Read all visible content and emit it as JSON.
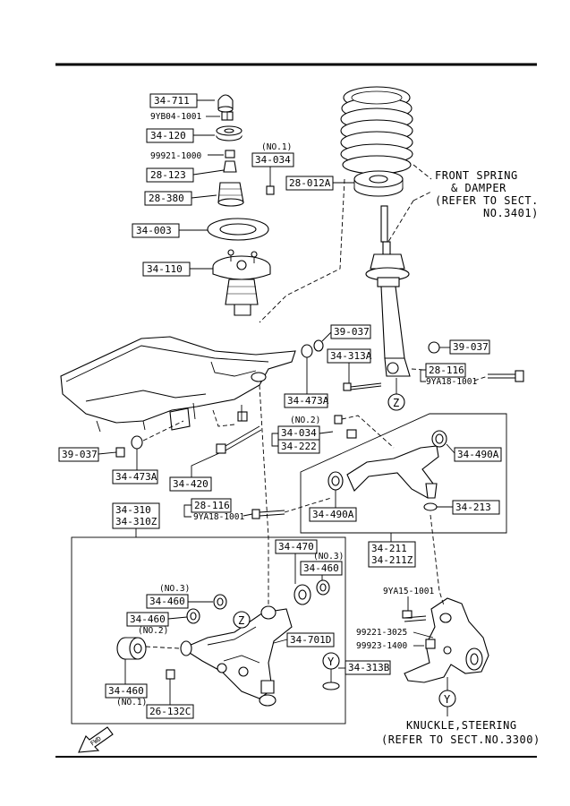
{
  "parts": {
    "p34_711": "34-711",
    "p9yb04_1001": "9YB04-1001",
    "p34_120": "34-120",
    "p99921_1000": "99921-1000",
    "no1_top": "(NO.1)",
    "p34_034_top": "34-034",
    "p28_123": "28-123",
    "p28_380": "28-380",
    "p28_012a": "28-012A",
    "p34_003": "34-003",
    "p34_110": "34-110",
    "p39_037_a": "39-037",
    "p34_313a": "34-313A",
    "p39_037_b": "39-037",
    "p28_116_a": "28-116",
    "p9ya18_1001_a": "9YA18-1001",
    "p34_473a_a": "34-473A",
    "no2_mid": "(NO.2)",
    "p34_034_mid": "34-034",
    "p34_222": "34-222",
    "p34_490a_a": "34-490A",
    "p39_037_c": "39-037",
    "p34_473a_b": "34-473A",
    "p34_420": "34-420",
    "p28_116_b": "28-116",
    "p9ya18_1001_b": "9YA18-1001",
    "p34_490a_b": "34-490A",
    "p34_213": "34-213",
    "p34_310": "34-310",
    "p34_310z": "34-310Z",
    "p34_211": "34-211",
    "p34_211z": "34-211Z",
    "p34_470": "34-470",
    "no3_a": "(NO.3)",
    "p34_460_a": "34-460",
    "no3_b": "(NO.3)",
    "p34_460_b": "34-460",
    "p9ya15_1001": "9YA15-1001",
    "no2_low": "(NO.2)",
    "p34_460_c": "34-460",
    "p34_701d": "34-701D",
    "p99221_3025": "99221-3025",
    "p99923_1400": "99923-1400",
    "p34_313b": "34-313B",
    "p34_460_d": "34-460",
    "no1_low": "(NO.1)",
    "p26_132c": "26-132C"
  },
  "callouts": {
    "front_spring_1": "FRONT SPRING",
    "front_spring_2": "& DAMPER",
    "front_spring_3": "(REFER TO SECT.",
    "front_spring_4": "NO.3401)",
    "knuckle_1": "KNUCKLE,STEERING",
    "knuckle_2": "(REFER TO SECT.NO.3300)",
    "fwd": "FWD",
    "marker_z": "Z",
    "marker_y": "Y"
  }
}
